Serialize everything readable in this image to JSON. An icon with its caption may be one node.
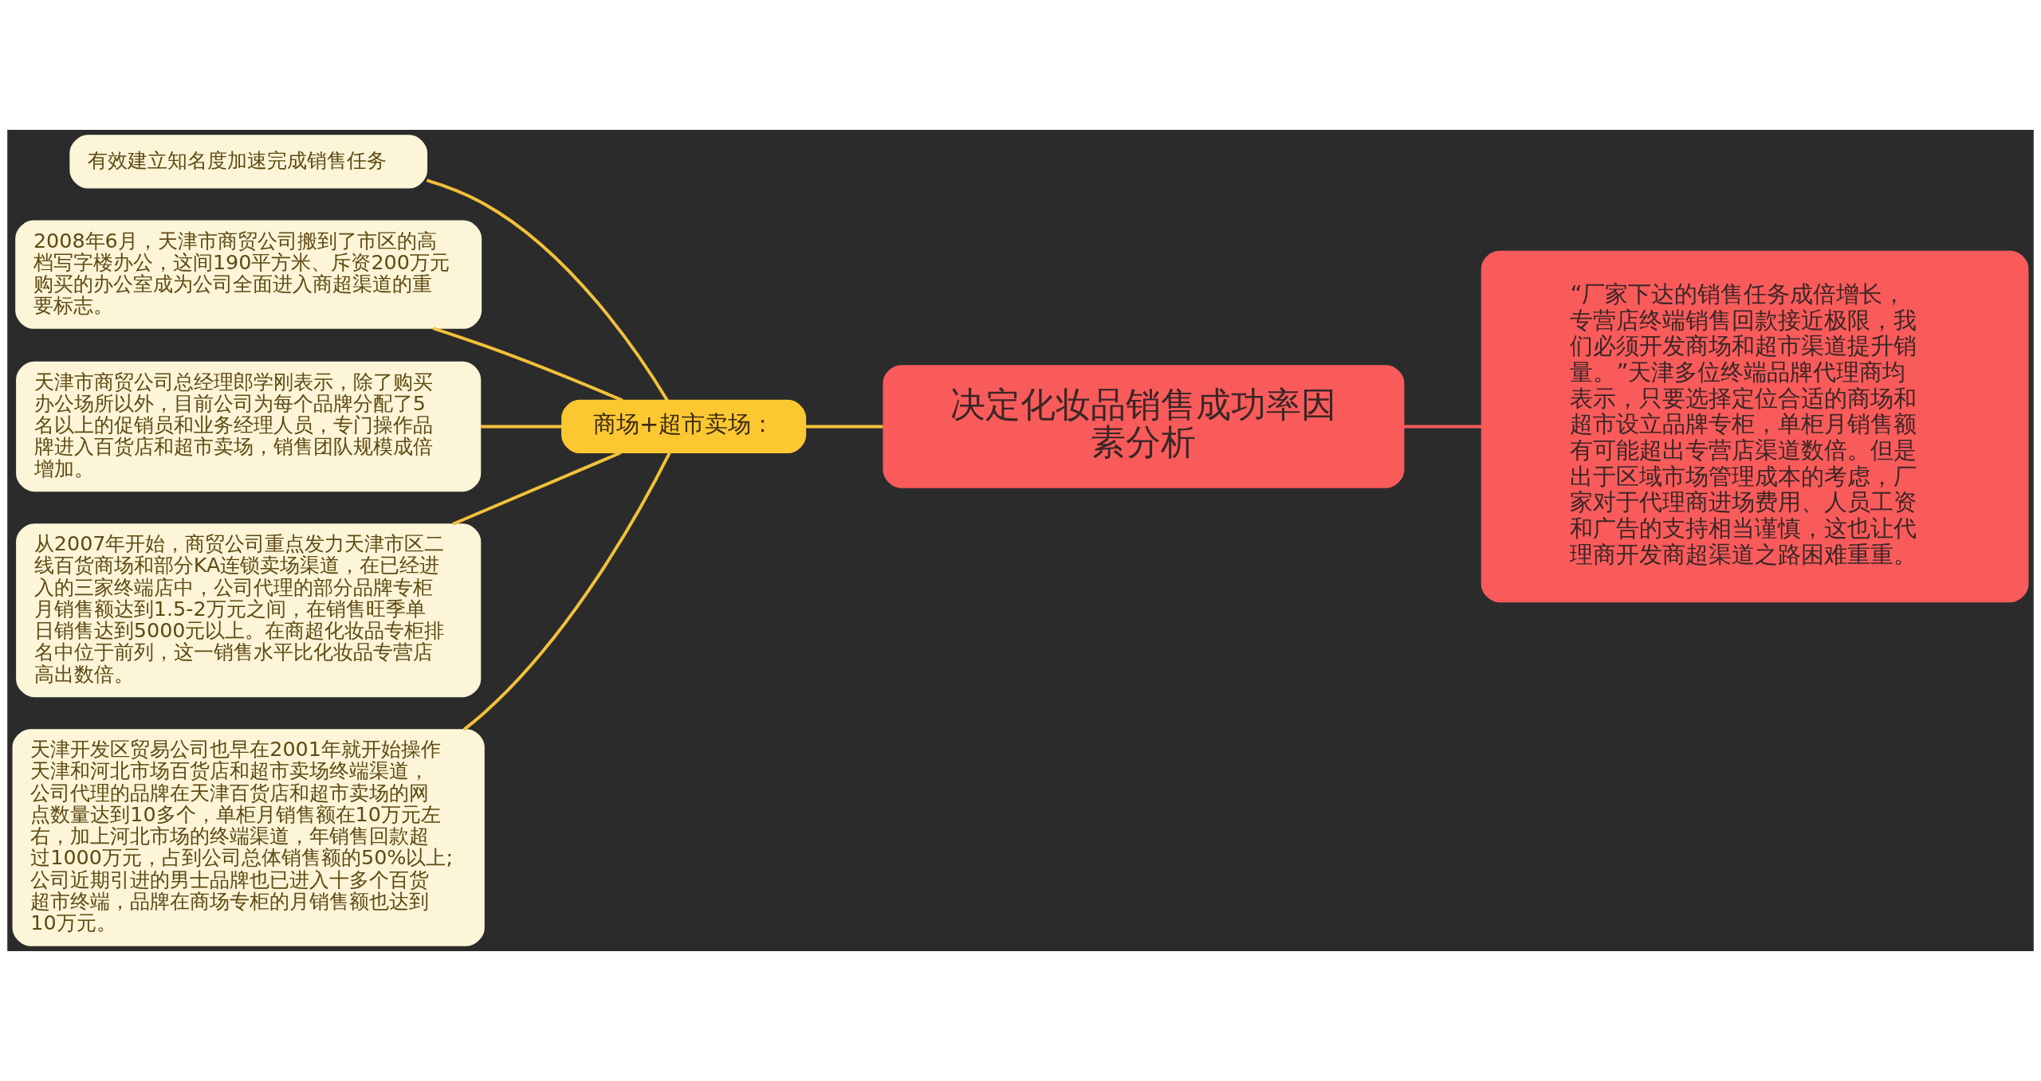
{
  "diagram": {
    "nodes": [
      {
        "text": [
          "决定化妆品销售成功率因素分析"
        ]
      },
      {
        "text": [
          "商场+超市卖场："
        ]
      },
      {
        "text": [
          "有效建立知名度加速完成销售任务"
        ]
      },
      {
        "text": [
          "2008年6月，天津市商贸公司搬到了市区的高档写字楼办公，这间190平方米、斥资200万元购买的办公室成为公司全面进入商超渠道的重要标志。"
        ]
      },
      {
        "text": [
          "天津市商贸公司总经理郎学刚表示，除了购买办公场所以外，目前公司为每个品牌分配了5名以上的促销员和业务经理人员，专门操作品牌进入百货店和超市卖场，销售团队规模成倍增加。"
        ]
      },
      {
        "text": [
          "从2007年开始，商贸公司重点发力天津市区二线百货商场和部分KA连锁卖场渠道，在已经进入的三家终端店中，公司代理的部分品牌专柜月销售额达到1.5-2万元之间，在销售旺季单日销售达到5000元以上。在商超化妆品专柜排名中位于前列，这一销售水平比化妆品专营店高出数倍。"
        ]
      },
      {
        "text": [
          "天津开发区贸易公司也早在2001年就开始操作天津和河北市场百货店和超市卖场终端渠道，公司代理的品牌在天津百货店和超市卖场的网点数量达到10多个，单柜月销售额在10万元左右，加上河北市场的终端渠道，年销售回款超过1000万元，占到公司总体销售额的50%以上;公司近期引进的男士品牌也已进入十多个百货超市终端，品牌在商场专柜的月销售额也达到10万元。"
        ]
      },
      {
        "text": [
          "“厂家下达的销售任务成倍增长，专营店终端销售回款接近极限，我们必须开发商场和超市渠道提升销量。”天津多位终端品牌代理商均表示，只要选择定位合适的商场和超市设立品牌专柜，单柜月销售额有可能超出专营店渠道数倍。但是出于区域市场管理成本的考虑，厂家对于代理商进场费用、人员工资和广告的支持相当谨慎，这也让代理商开发商超渠道之路困难重重。"
        ]
      }
    ],
    "edges": [
      {
        "from": 0,
        "to": 1,
        "arrow": "none"
      },
      {
        "from": 1,
        "to": 2,
        "arrow": "none"
      },
      {
        "from": 1,
        "to": 3,
        "arrow": "none"
      },
      {
        "from": 1,
        "to": 4,
        "arrow": "none"
      },
      {
        "from": 1,
        "to": 5,
        "arrow": "none"
      },
      {
        "from": 1,
        "to": 6,
        "arrow": "none"
      },
      {
        "from": 0,
        "to": 7,
        "arrow": "none",
        "color": "#f25c5c"
      }
    ]
  }
}
